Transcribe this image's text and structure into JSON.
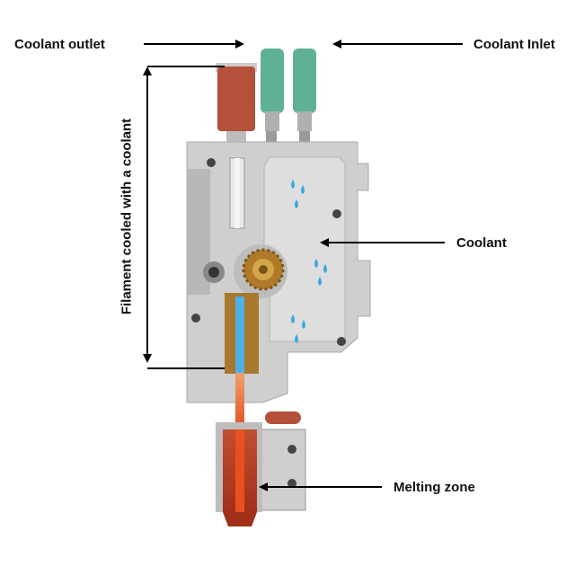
{
  "labels": {
    "coolant_outlet": "Coolant outlet",
    "coolant_inlet": "Coolant Inlet",
    "coolant": "Coolant",
    "melting_zone": "Melting zone",
    "filament_cooled": "Filament cooled with a coolant"
  },
  "colors": {
    "body": "#cfcfcf",
    "body_shadow": "#a9a9a9",
    "coolant_tube": "#5fb196",
    "outlet_tube": "#b5503a",
    "gear": "#b07a2a",
    "filament": "#4fb0e8",
    "hot_filament": "#e85020",
    "water_drops": "#3aa7e0",
    "arrows": "#000000"
  }
}
